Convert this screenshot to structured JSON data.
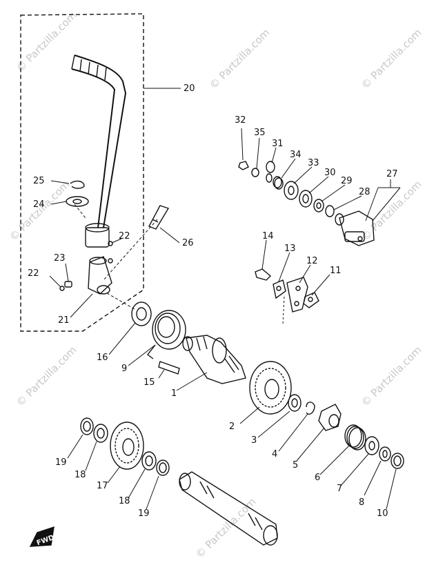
{
  "watermark": "© Partzilla.com",
  "diagram": {
    "part_numbers": [
      "1",
      "2",
      "3",
      "4",
      "5",
      "6",
      "7",
      "8",
      "9",
      "10",
      "11",
      "12",
      "13",
      "14",
      "15",
      "16",
      "17",
      "18",
      "19",
      "20",
      "21",
      "22",
      "23",
      "24",
      "25",
      "26",
      "27",
      "28",
      "29",
      "30",
      "31",
      "32",
      "33",
      "34",
      "35"
    ],
    "callouts": {
      "p1": "1",
      "p2": "2",
      "p3": "3",
      "p4": "4",
      "p5": "5",
      "p6": "6",
      "p7": "7",
      "p8": "8",
      "p9": "9",
      "p10": "10",
      "p11": "11",
      "p12": "12",
      "p13": "13",
      "p14": "14",
      "p15": "15",
      "p16": "16",
      "p17": "17",
      "p18a": "18",
      "p18b": "18",
      "p19a": "19",
      "p19b": "19",
      "p20": "20",
      "p21": "21",
      "p22a": "22",
      "p22b": "22",
      "p23": "23",
      "p24": "24",
      "p25": "25",
      "p26": "26",
      "p27": "27",
      "p28": "28",
      "p29": "29",
      "p30": "30",
      "p31": "31",
      "p32": "32",
      "p33": "33",
      "p34": "34",
      "p35": "35"
    },
    "front_marker": "FWD"
  }
}
